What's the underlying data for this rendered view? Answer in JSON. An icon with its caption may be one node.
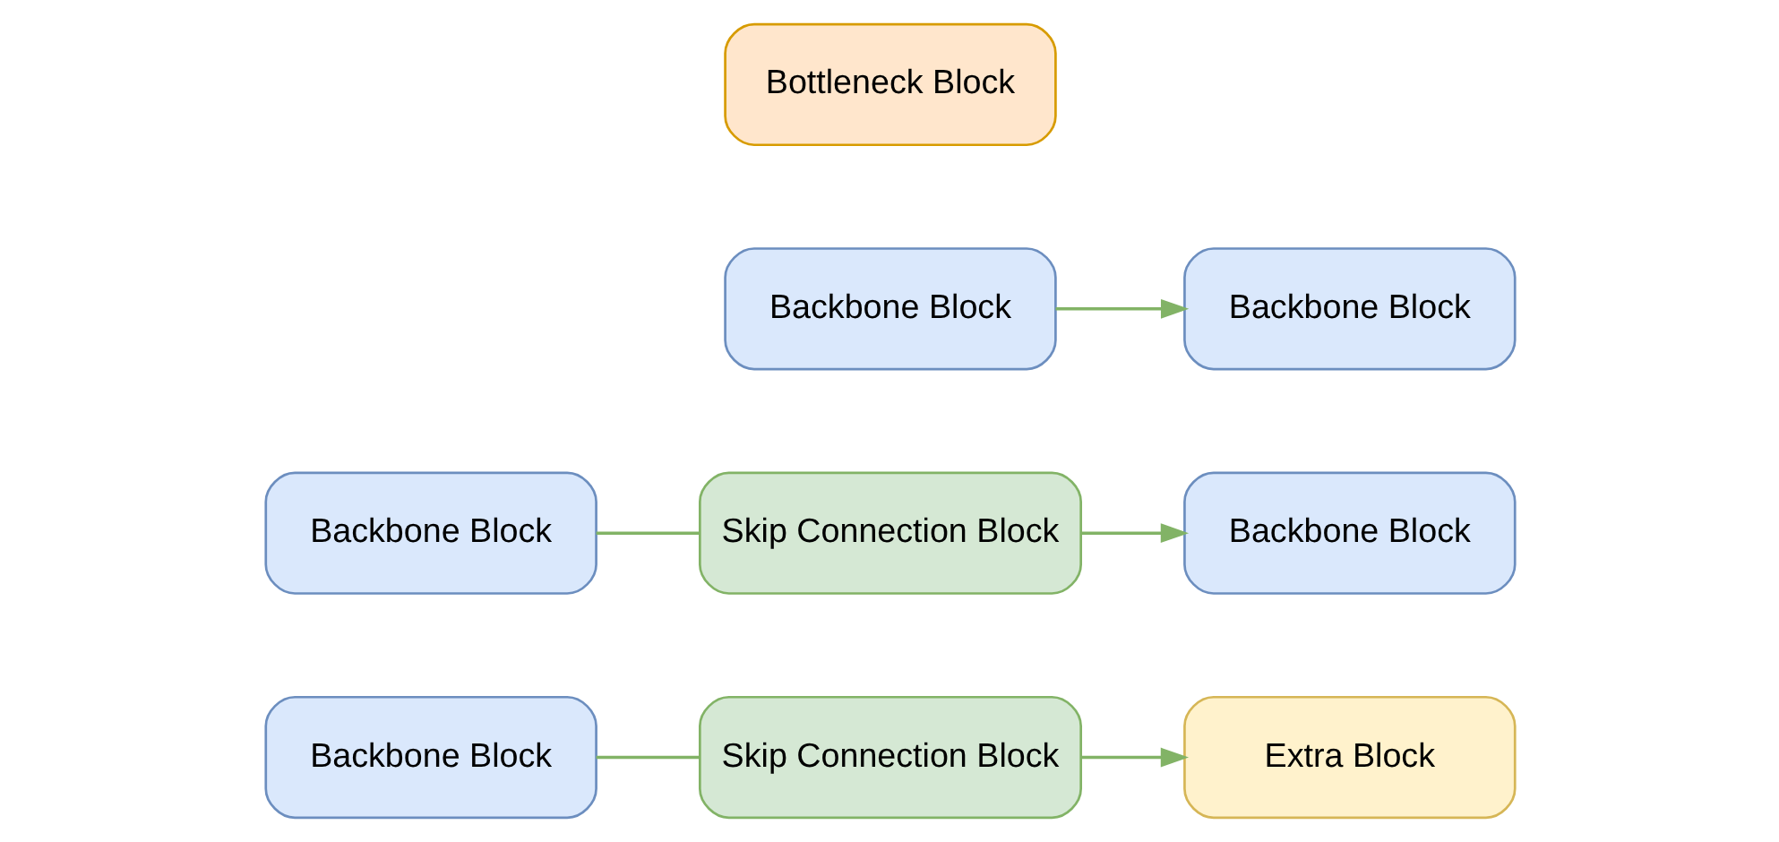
{
  "diagram": {
    "nodes": [
      {
        "text": [
          "Backbone Block"
        ]
      },
      {
        "text": [
          "Skip Connection Block"
        ]
      },
      {
        "text": [
          "Extra Block"
        ]
      },
      {
        "text": [
          "Backbone Block"
        ]
      },
      {
        "text": [
          "Skip Connection Block"
        ]
      },
      {
        "text": [
          "Backbone Block"
        ]
      },
      {
        "text": [
          "Backbone Block"
        ]
      },
      {
        "text": [
          "Backbone Block"
        ]
      },
      {
        "text": [
          "Bottleneck Block"
        ]
      }
    ],
    "edges": [
      {
        "from": 0,
        "to": 1,
        "arrow": "none"
      },
      {
        "from": 1,
        "to": 2,
        "arrow": "to"
      },
      {
        "from": 3,
        "to": 4,
        "arrow": "none"
      },
      {
        "from": 4,
        "to": 5,
        "arrow": "to"
      },
      {
        "from": 6,
        "to": 7,
        "arrow": "to"
      }
    ]
  }
}
